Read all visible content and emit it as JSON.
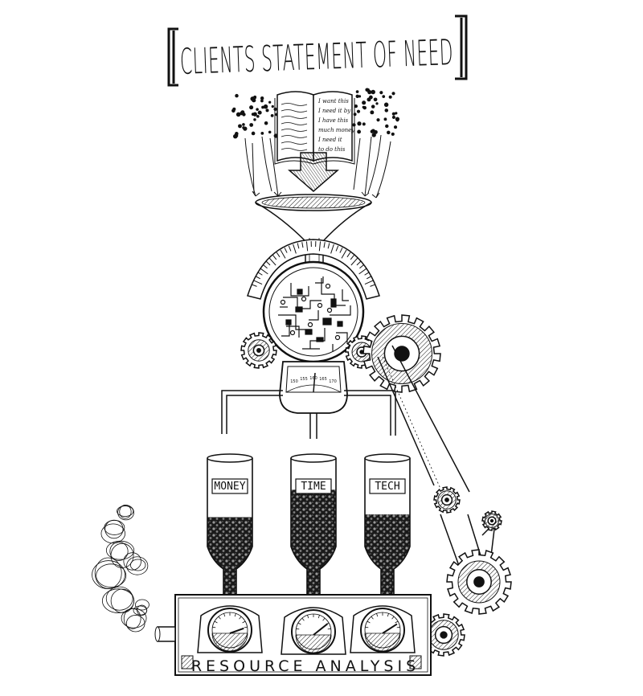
{
  "title": "CLIENTS STATEMENT OF NEED",
  "book_notes": [
    "I want this",
    "I need it by",
    "I have this",
    "much money",
    "I need it",
    "to do this"
  ],
  "gauge_numbers": [
    "150",
    "155",
    "160",
    "165",
    "170"
  ],
  "hoppers": [
    {
      "label": "MONEY",
      "fill_fraction": 0.32
    },
    {
      "label": "TIME",
      "fill_fraction": 0.62
    },
    {
      "label": "TECH",
      "fill_fraction": 0.35
    }
  ],
  "base_label": "RESOURCE ANALYSIS",
  "colors": {
    "ink": "#111111",
    "paper": "#ffffff"
  },
  "icons": [
    "funnel-icon",
    "book-icon",
    "arrow-down-icon",
    "gear-icon",
    "gauge-icon",
    "smoke-icon",
    "circuit-icon"
  ]
}
